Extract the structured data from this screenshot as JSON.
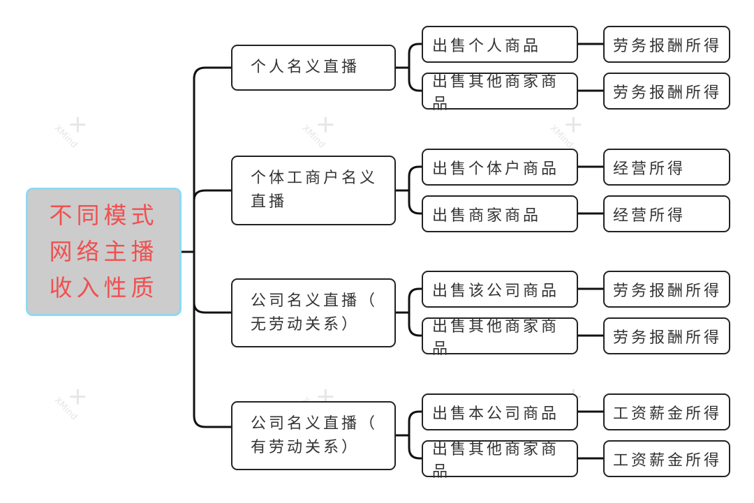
{
  "watermark": {
    "text": "XMind"
  },
  "root": {
    "lines": [
      "不同模式",
      "网络主播",
      "收入性质"
    ]
  },
  "modes": [
    {
      "lines": [
        "个人名义直播"
      ],
      "sales": [
        {
          "label": "出售个人商品",
          "income": "劳务报酬所得"
        },
        {
          "label": "出售其他商家商品",
          "income": "劳务报酬所得"
        }
      ]
    },
    {
      "lines": [
        "个体工商户名义",
        "直播"
      ],
      "sales": [
        {
          "label": "出售个体户商品",
          "income": "经营所得"
        },
        {
          "label": "出售商家商品",
          "income": "经营所得"
        }
      ]
    },
    {
      "lines": [
        "公司名义直播（",
        "无劳动关系）"
      ],
      "sales": [
        {
          "label": "出售该公司商品",
          "income": "劳务报酬所得"
        },
        {
          "label": "出售其他商家商品",
          "income": "劳务报酬所得"
        }
      ]
    },
    {
      "lines": [
        "公司名义直播（",
        "有劳动关系）"
      ],
      "sales": [
        {
          "label": "出售本公司商品",
          "income": "工资薪金所得"
        },
        {
          "label": "出售其他商家商品",
          "income": "工资薪金所得"
        }
      ]
    }
  ]
}
